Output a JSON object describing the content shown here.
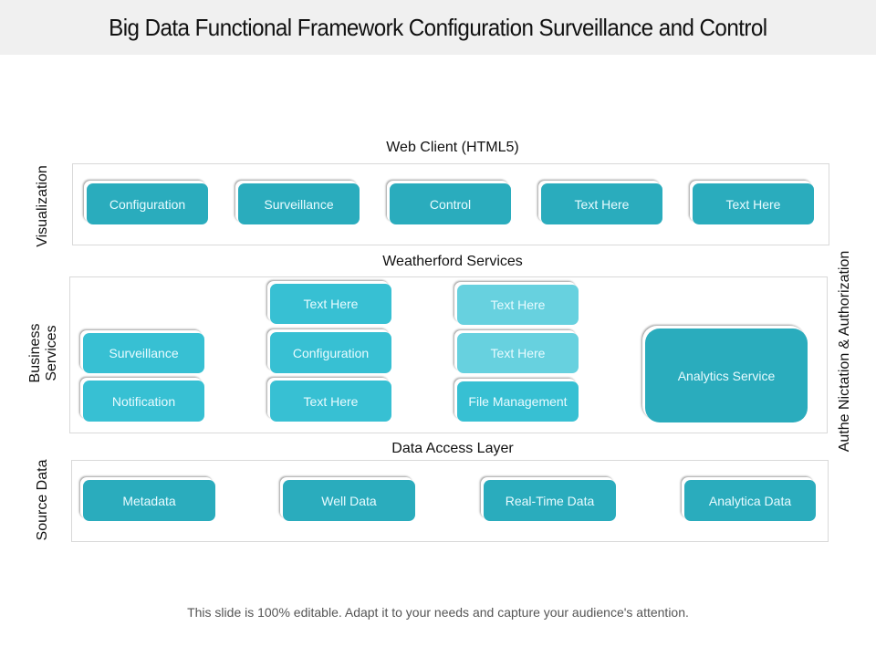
{
  "title": "Big Data Functional Framework Configuration Surveillance and Control",
  "side_labels": {
    "visualization": "Visualization",
    "business_services": [
      "Business",
      "Services"
    ],
    "source_data": "Source Data",
    "authentication": "Authe Nictation & Authorization"
  },
  "layers": {
    "web_client": {
      "title": "Web Client (HTML5)",
      "boxes": [
        "Configuration",
        "Surveillance",
        "Control",
        "Text Here",
        "Text Here"
      ]
    },
    "weatherford": {
      "title": "Weatherford Services",
      "col1": [
        "Surveillance",
        "Notification"
      ],
      "col2": [
        "Text Here",
        "Configuration",
        "Text Here"
      ],
      "col3": [
        "Text Here",
        "Text Here",
        "File Management"
      ],
      "analytics": "Analytics  Service"
    },
    "data_access": {
      "title": "Data Access Layer",
      "boxes": [
        "Metadata",
        "Well Data",
        "Real-Time Data",
        "Analytica  Data"
      ]
    }
  },
  "colors": {
    "dark_teal": "#2aacbd",
    "mid_teal": "#37c0d3",
    "light_teal": "#67d1df",
    "title_bar": "#f0f0f0"
  },
  "footer": "This slide is 100% editable.  Adapt it to your needs and capture your audience's attention."
}
